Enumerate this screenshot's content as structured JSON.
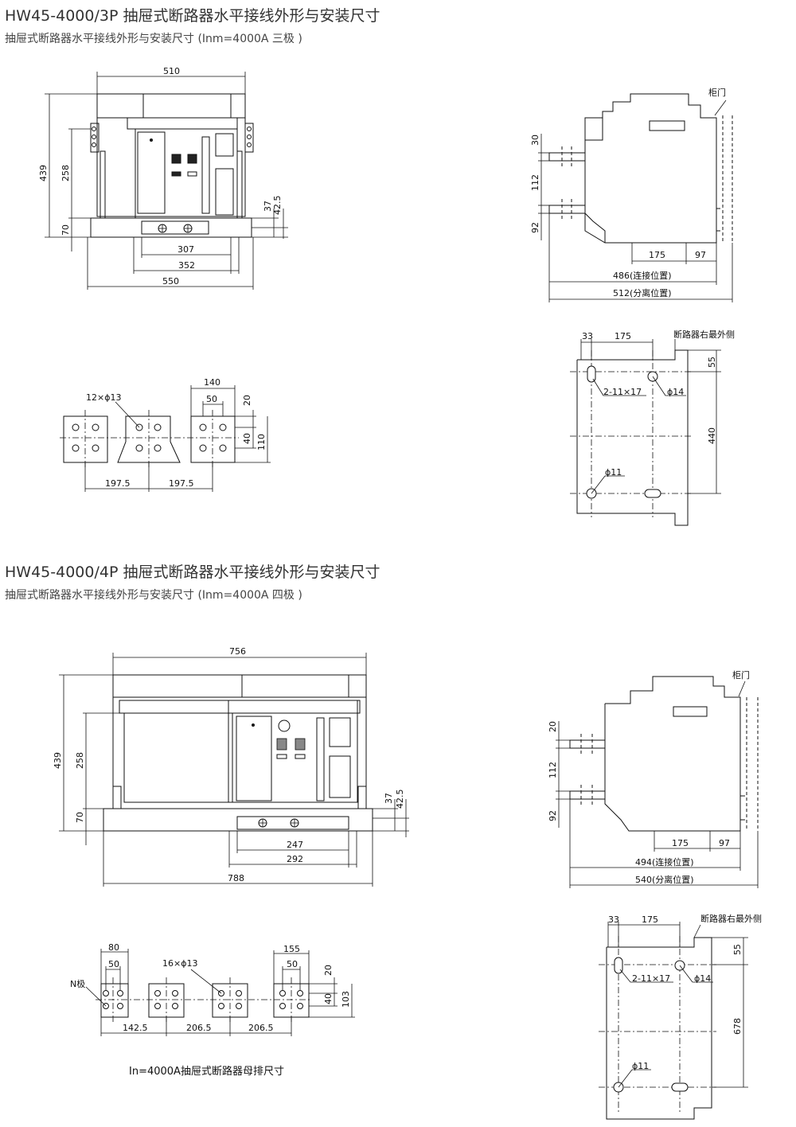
{
  "section_3p": {
    "title": "HW45-4000/3P 抽屉式断路器水平接线外形与安装尺寸",
    "subtitle": "抽屉式断路器水平接线外形与安装尺寸 (Inm=4000A 三极 )",
    "front": {
      "d510": "510",
      "d439": "439",
      "d258": "258",
      "d70": "70",
      "d37": "37",
      "d42_5": "42.5",
      "d307": "307",
      "d352": "352",
      "d550": "550"
    },
    "side": {
      "cabinet_door": "柜门",
      "d30": "30",
      "d112": "112",
      "d92": "92",
      "d175": "175",
      "d97": "97",
      "d486": "486(连接位置)",
      "d512": "512(分离位置)"
    },
    "holes": {
      "d33": "33",
      "d175": "175",
      "right_edge": "断路器右最外侧",
      "d55": "55",
      "d440": "440",
      "slot": "2-11×17",
      "phi14": "ϕ14",
      "phi11": "ϕ11"
    },
    "busbar": {
      "holes": "12×ϕ13",
      "d140": "140",
      "d50": "50",
      "d20": "20",
      "d40": "40",
      "d110": "110",
      "d197_5a": "197.5",
      "d197_5b": "197.5"
    }
  },
  "section_4p": {
    "title": "HW45-4000/4P 抽屉式断路器水平接线外形与安装尺寸",
    "subtitle": "抽屉式断路器水平接线外形与安装尺寸 (Inm=4000A 四极 )",
    "front": {
      "d756": "756",
      "d439": "439",
      "d258": "258",
      "d70": "70",
      "d37": "37",
      "d42_5": "42.5",
      "d247": "247",
      "d292": "292",
      "d788": "788"
    },
    "side": {
      "cabinet_door": "柜门",
      "d20": "20",
      "d112": "112",
      "d92": "92",
      "d175": "175",
      "d97": "97",
      "d494": "494(连接位置)",
      "d540": "540(分离位置)"
    },
    "holes": {
      "d33": "33",
      "d175": "175",
      "right_edge": "断路器右最外侧",
      "d55": "55",
      "d678": "678",
      "slot": "2-11×17",
      "phi14": "ϕ14",
      "phi11": "ϕ11"
    },
    "busbar": {
      "n_pole": "N极",
      "d80": "80",
      "d50a": "50",
      "holes": "16×ϕ13",
      "d155": "155",
      "d50b": "50",
      "d20": "20",
      "d40": "40",
      "d103": "103",
      "d142_5": "142.5",
      "d206_5a": "206.5",
      "d206_5b": "206.5"
    },
    "caption": "In=4000A抽屉式断路器母排尺寸"
  }
}
